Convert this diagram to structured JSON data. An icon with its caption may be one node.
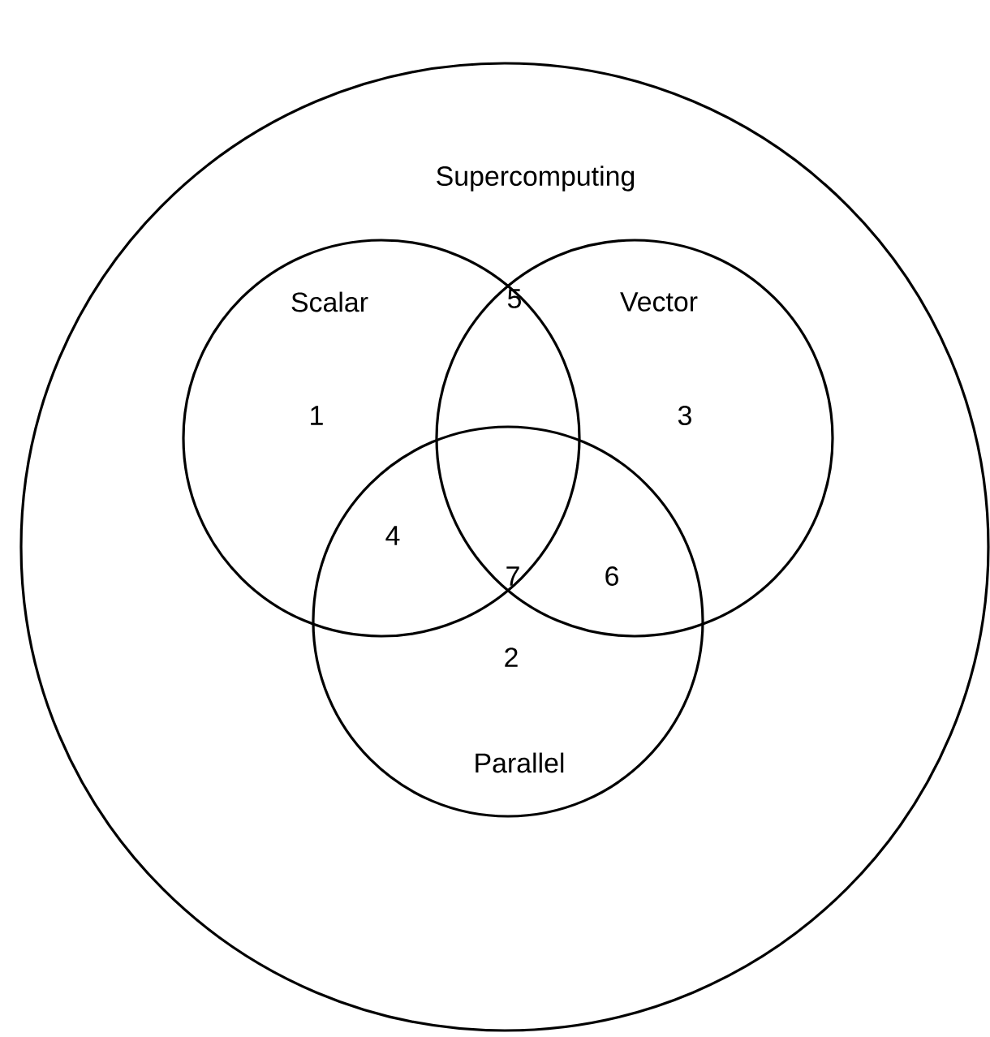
{
  "diagram": {
    "nodes": [
      {
        "text": [
          "Supercomputing"
        ]
      },
      {
        "text": [
          "Scalar"
        ],
        "in": 0
      },
      {
        "text": [
          "Vector"
        ],
        "in": 0
      },
      {
        "text": [
          "Parallel"
        ],
        "in": 0
      }
    ],
    "labels": [
      "5",
      "1",
      "3",
      "4",
      "7",
      "6",
      "2"
    ]
  }
}
